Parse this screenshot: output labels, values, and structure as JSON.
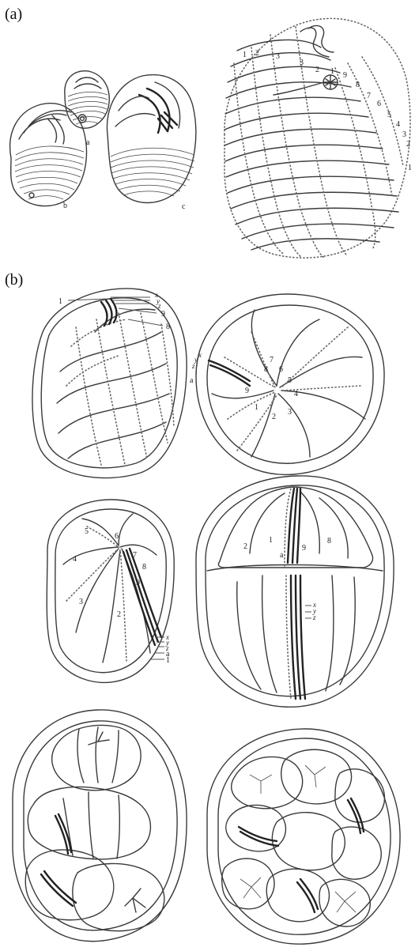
{
  "panels": {
    "a": {
      "tag": "(a)",
      "sublabels": [
        "a",
        "b",
        "c"
      ],
      "numbers_left": [
        "1",
        "2",
        "3",
        "3",
        "2",
        "1",
        "9",
        "8",
        "7",
        "6",
        "5",
        "4",
        "3",
        "2",
        "1"
      ]
    },
    "b": {
      "tag": "(b)",
      "fig1_labels": [
        "1",
        "x",
        "y",
        "z",
        "9",
        "8"
      ],
      "fig2_labels": [
        "y",
        "x",
        "z",
        "a",
        "8",
        "7",
        "6",
        "5",
        "4",
        "9",
        "1",
        "2",
        "3"
      ],
      "fig3_labels": [
        "5",
        "6",
        "4",
        "7",
        "8",
        "9",
        "3",
        "2",
        "x",
        "y",
        "z",
        "a",
        "1"
      ],
      "fig4_labels": [
        "2",
        "1",
        "a",
        "9",
        "8",
        "x",
        "y",
        "z"
      ]
    }
  }
}
